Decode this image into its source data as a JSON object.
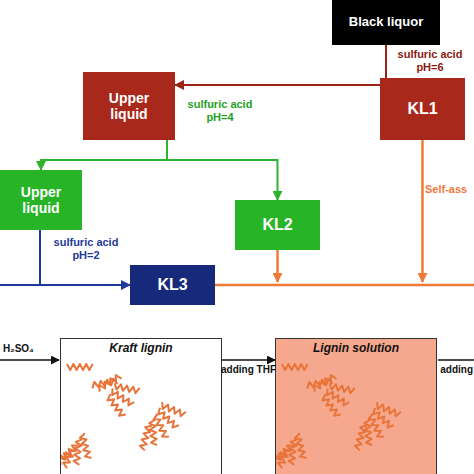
{
  "diagram": {
    "nodes": [
      {
        "text": [
          "Black liquor"
        ]
      },
      {
        "text": [
          "Upper liquid"
        ]
      },
      {
        "text": [
          "KL1"
        ]
      },
      {
        "text": [
          "Upper liquid"
        ]
      },
      {
        "text": [
          "KL2"
        ]
      },
      {
        "text": [
          "KL3"
        ]
      },
      {
        "text": [
          "Kraft lignin"
        ]
      },
      {
        "text": [
          "Lignin solution"
        ]
      }
    ],
    "edges": [
      {
        "from": 0,
        "to": 1,
        "arrow": "to",
        "label": "sulfuric acid pH=6"
      },
      {
        "from": 0,
        "to": 2,
        "arrow": "to"
      },
      {
        "from": 1,
        "to": 3,
        "arrow": "to",
        "label": "sulfuric acid pH=4"
      },
      {
        "from": 1,
        "to": 4,
        "arrow": "to"
      },
      {
        "from": 3,
        "to": 5,
        "arrow": "to",
        "label": "sulfuric acid pH=2"
      },
      {
        "from": 6,
        "to": 7,
        "arrow": "to",
        "label": "adding THF"
      }
    ],
    "labels": [
      "Self-ass",
      "H₂SO₄",
      "adding"
    ]
  }
}
